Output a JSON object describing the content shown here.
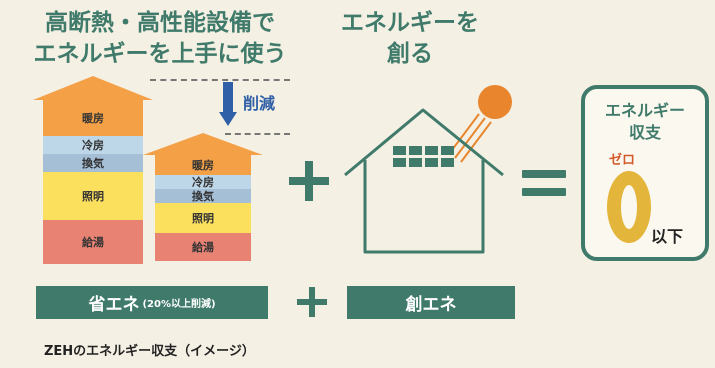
{
  "headings": {
    "left_line1": "高断熱・高性能設備で",
    "left_line2": "エネルギーを上手に使う",
    "middle_line1": "エネルギーを",
    "middle_line2": "創る"
  },
  "reduction_label": "削減",
  "tall_stack": [
    "暖房",
    "冷房",
    "換気",
    "照明",
    "給湯"
  ],
  "short_stack": [
    "暖房",
    "冷房",
    "換気",
    "照明",
    "給湯"
  ],
  "result": {
    "line1": "エネルギー",
    "line2": "収支",
    "zero": "ゼロ",
    "below": "以下"
  },
  "bottom": {
    "save_main": "省エネ",
    "save_sub": "(20%以上削減)",
    "create": "創エネ"
  },
  "caption": "ZEHのエネルギー収支（イメージ）",
  "colors": {
    "accent": "#3f7a6a",
    "heating": "#f3a046",
    "cooling": "#bdd6e8",
    "ventilation": "#a4bfd6",
    "lighting": "#fbe05e",
    "hotwater": "#e88374",
    "arrow_blue": "#2f5fa6",
    "sun": "#e8852d"
  }
}
